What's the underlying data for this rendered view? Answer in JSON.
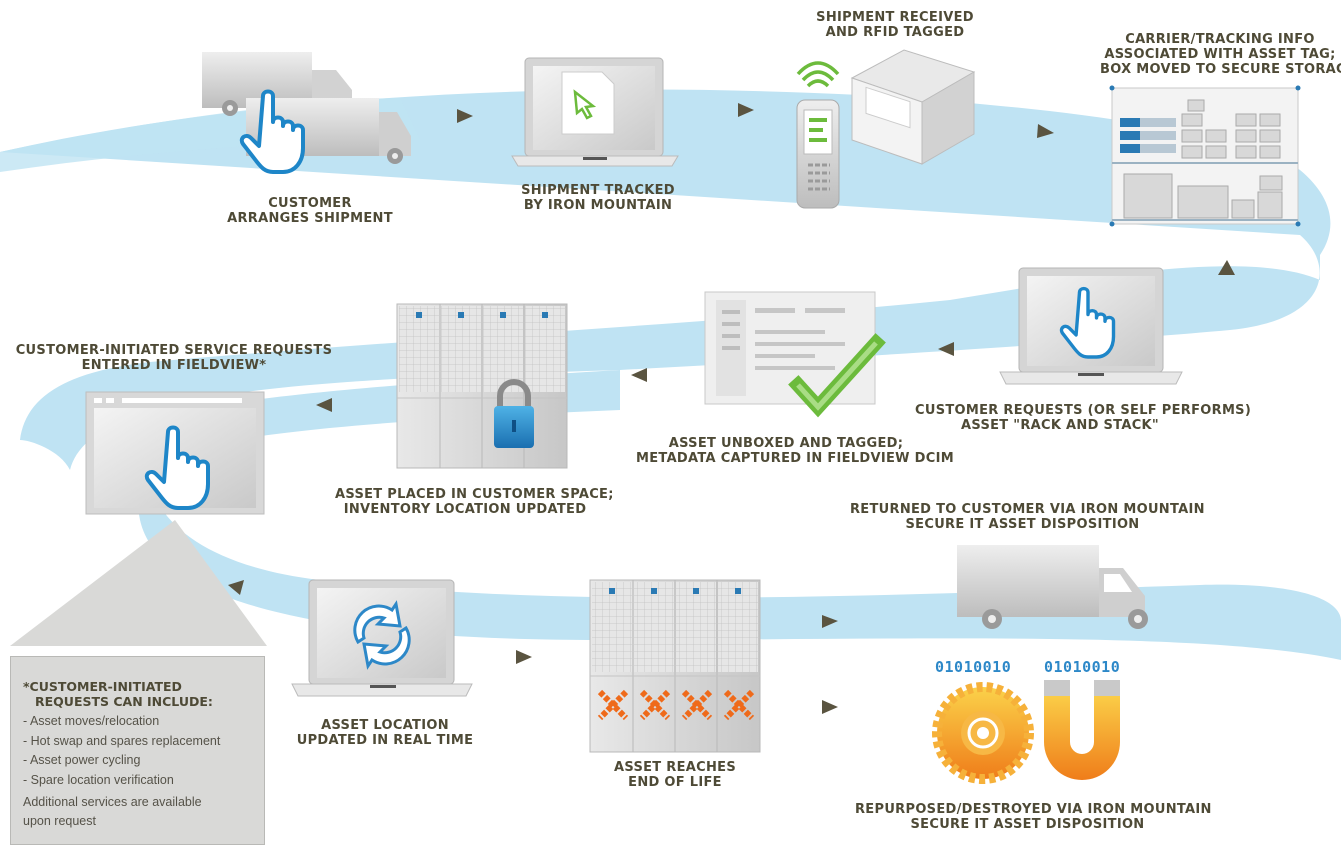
{
  "steps": {
    "arrange_shipment": [
      "CUSTOMER",
      "ARRANGES SHIPMENT"
    ],
    "tracked": [
      "SHIPMENT TRACKED",
      "BY IRON MOUNTAIN"
    ],
    "received": [
      "SHIPMENT RECEIVED",
      "AND RFID TAGGED"
    ],
    "carrier_info": [
      "CARRIER/TRACKING INFO",
      "ASSOCIATED WITH ASSET TAG;",
      "BOX MOVED TO SECURE STORAGE"
    ],
    "rack_and_stack": [
      "CUSTOMER REQUESTS (OR SELF PERFORMS)",
      "ASSET \"RACK AND STACK\""
    ],
    "unboxed": [
      "ASSET UNBOXED AND TAGGED;",
      "METADATA CAPTURED IN FIELDVIEW DCIM"
    ],
    "placed": [
      "ASSET PLACED IN CUSTOMER SPACE;",
      "INVENTORY LOCATION UPDATED"
    ],
    "service_requests": [
      "CUSTOMER-INITIATED SERVICE REQUESTS",
      "ENTERED IN FIELDVIEW*"
    ],
    "location_updated": [
      "ASSET LOCATION",
      "UPDATED IN REAL TIME"
    ],
    "end_of_life": [
      "ASSET REACHES",
      "END OF LIFE"
    ],
    "returned": [
      "RETURNED TO CUSTOMER VIA IRON MOUNTAIN",
      "SECURE IT ASSET DISPOSITION"
    ],
    "destroyed": [
      "REPURPOSED/DESTROYED VIA IRON MOUNTAIN",
      "SECURE IT ASSET DISPOSITION"
    ]
  },
  "note": {
    "title_line1": "*CUSTOMER-INITIATED",
    "title_line2": "REQUESTS CAN INCLUDE:",
    "items": [
      "- Asset moves/relocation",
      "- Hot swap and spares replacement",
      "- Asset power cycling",
      "- Spare location verification"
    ],
    "extra_line1": "Additional services are available",
    "extra_line2": "upon request"
  },
  "binary": [
    "01010010",
    "01010010"
  ],
  "colors": {
    "ribbon": "#bfe3f3",
    "arrow": "#5a5440",
    "label": "#4e4a36",
    "accent_blue": "#2d88c8",
    "check_green": "#6cbb3c",
    "fire_orange": "#f39a1e"
  },
  "icons": [
    "trucks-with-hand-icon",
    "laptop-cursor-icon",
    "rfid-scanner-box-icon",
    "storage-shelves-icon",
    "laptop-hand-icon",
    "document-check-icon",
    "server-rack-lock-icon",
    "browser-hand-icon",
    "laptop-refresh-icon",
    "server-rack-x-icon",
    "truck-icon",
    "saw-blade-icon",
    "magnet-icon"
  ]
}
